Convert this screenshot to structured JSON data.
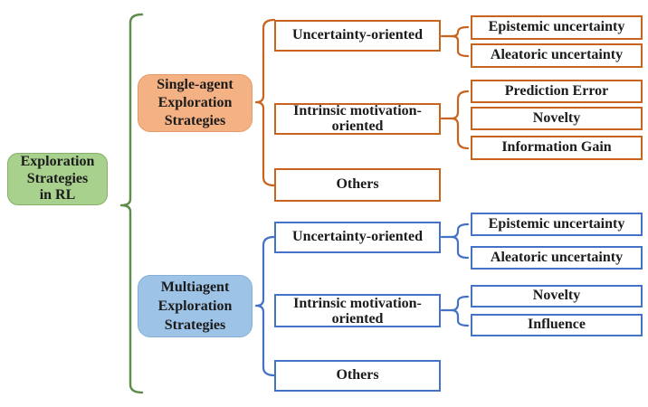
{
  "colors": {
    "root_fill": "#A9D18E",
    "single_agent_fill": "#F4B183",
    "multiagent_fill": "#9DC3E6",
    "green_line": "#5E8C4A",
    "orange_line": "#C9641E",
    "blue_line": "#4472C4",
    "text": "#1b1b1b"
  },
  "tree": {
    "root": {
      "label": "Exploration\nStrategies\nin RL"
    },
    "branches": [
      {
        "label": "Single-agent\nExploration\nStrategies",
        "groups": [
          {
            "label": "Uncertainty-oriented",
            "children": [
              "Epistemic uncertainty",
              "Aleatoric uncertainty"
            ]
          },
          {
            "label": "Intrinsic motivation-\noriented",
            "children": [
              "Prediction Error",
              "Novelty",
              "Information Gain"
            ]
          },
          {
            "label": "Others",
            "children": []
          }
        ]
      },
      {
        "label": "Multiagent\nExploration\nStrategies",
        "groups": [
          {
            "label": "Uncertainty-oriented",
            "children": [
              "Epistemic uncertainty",
              "Aleatoric uncertainty"
            ]
          },
          {
            "label": "Intrinsic motivation-\noriented",
            "children": [
              "Novelty",
              "Influence"
            ]
          },
          {
            "label": "Others",
            "children": []
          }
        ]
      }
    ]
  }
}
